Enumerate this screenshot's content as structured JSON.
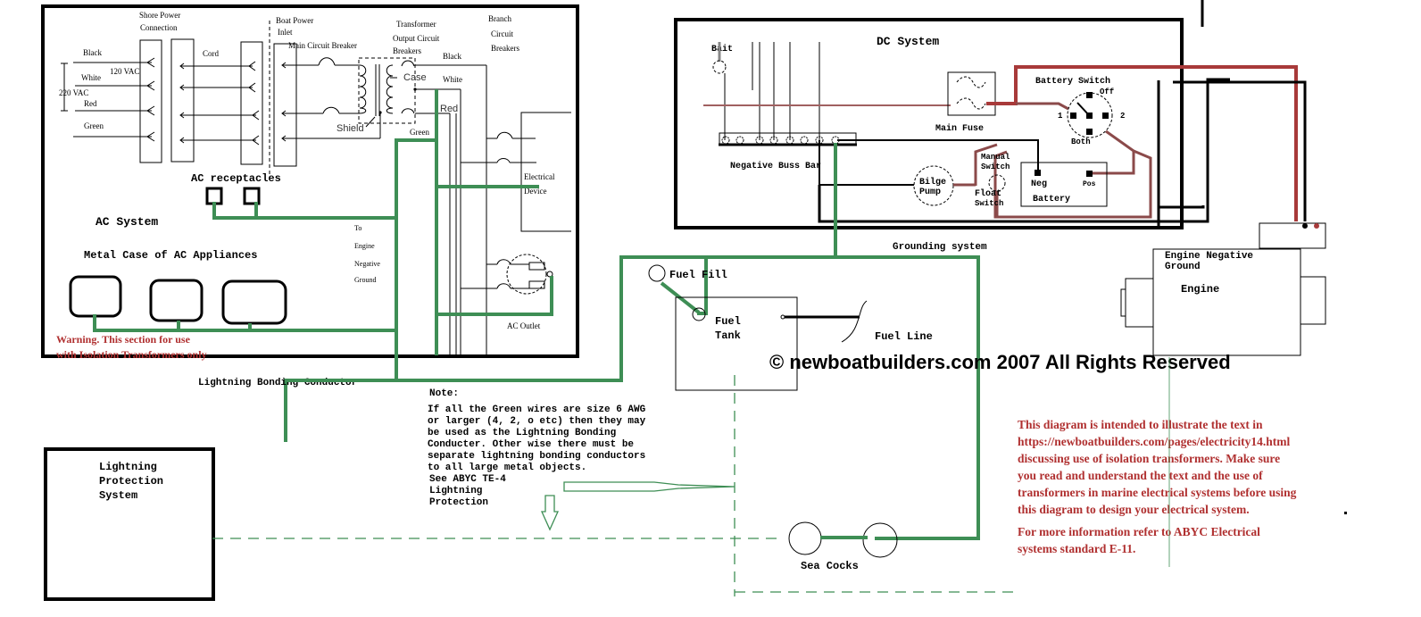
{
  "ac_system": {
    "title": "AC System",
    "shore_power_connection": [
      "Shore Power",
      "Connection"
    ],
    "cord": "Cord",
    "boat_power_inlet": [
      "Boat Power",
      "Inlet"
    ],
    "main_circuit_breaker": "Main Circuit Breaker",
    "transformer_output_breakers": [
      "Transformer",
      "Output Circuit",
      "Breakers"
    ],
    "branch_circuit_breakers": [
      "Branch",
      "Circuit",
      "Breakers"
    ],
    "wire_labels": {
      "black": "Black",
      "white": "White",
      "red": "Red",
      "green": "Green",
      "v120": "120 VAC",
      "v220": "220 VAC"
    },
    "transformer_labels": {
      "case": "Case",
      "shield": "Shield",
      "black": "Black",
      "white": "White",
      "red": "Red",
      "green": "Green"
    },
    "electrical_device": [
      "Electrical",
      "Device"
    ],
    "ac_receptacles": "AC receptacles",
    "metal_case": "Metal Case of AC Appliances",
    "to_engine_ground": [
      "To",
      "Engine",
      "Negative",
      "Ground"
    ],
    "ac_outlet": "AC Outlet",
    "warning": [
      "Warning. This section for use",
      "with Isolation Transformers only"
    ]
  },
  "dc_system": {
    "title": "DC System",
    "bait": "Bait",
    "main_fuse": "Main Fuse",
    "battery_switch": "Battery Switch",
    "switch_positions": {
      "off": "Off",
      "one": "1",
      "two": "2",
      "both": "Both"
    },
    "negative_buss_bar": "Negative Buss Bar",
    "manual_switch": [
      "Manual",
      "Switch"
    ],
    "bilge_pump": [
      "Bilge",
      "Pump"
    ],
    "float_switch": [
      "Float",
      "Switch"
    ],
    "battery": {
      "label": "Battery",
      "neg": "Neg",
      "pos": "Pos"
    }
  },
  "grounding": {
    "title": "Grounding system",
    "fuel_fill": "Fuel Fill",
    "fuel_tank": [
      "Fuel",
      "Tank"
    ],
    "fuel_line": "Fuel Line",
    "sea_cocks": "Sea Cocks",
    "engine_negative_ground": [
      "Engine Negative",
      "Ground"
    ],
    "engine": "Engine",
    "lightning_bonding_conductor": "Lightning Bonding Conductor",
    "lightning_protection": [
      "Lightning",
      "Protection",
      "System"
    ]
  },
  "note": {
    "title": "Note:",
    "lines": [
      "If all the Green wires are size 6 AWG",
      "or larger (4, 2, o etc) then they may",
      "be used as the Lightning Bonding",
      "Conducter.  Other wise there must be",
      "separate lightning bonding conductors",
      "to all large metal objects."
    ],
    "see": [
      "See ABYC TE-4",
      "Lightning",
      "Protection"
    ]
  },
  "copyright": "© newboatbuilders.com 2007 All Rights Reserved",
  "disclaimer": {
    "lines": [
      "This diagram is intended to illustrate the text in",
      "https://newboatbuilders.com/pages/electricity14.html",
      "discussing use of isolation transformers.  Make sure",
      "you read and understand the text and the use of",
      "transformers in marine electrical systems before using",
      "this diagram to design your electrical system."
    ],
    "more": [
      "For more information refer to ABYC Electrical",
      "systems standard E-11."
    ]
  },
  "colors": {
    "ground_wire": "#3e8e55",
    "positive_wire": "#a83a3a",
    "warning_text": "#b03030"
  }
}
